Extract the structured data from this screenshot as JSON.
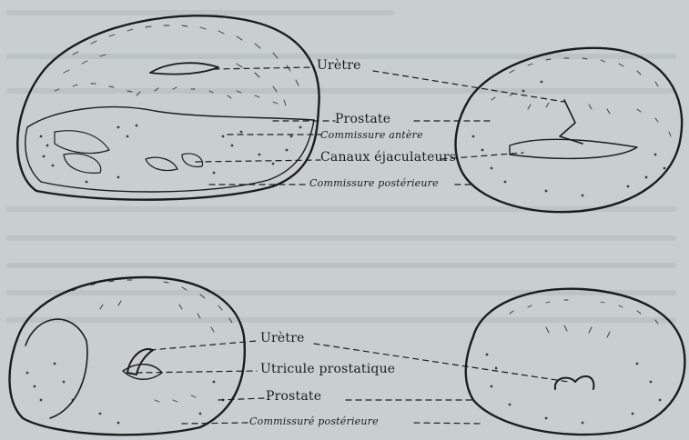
{
  "figure": {
    "top": {
      "labels": {
        "uretre": "Urètre",
        "prostate": "Prostate",
        "commissure_anterieure": "Commissure antère",
        "canaux": "Canaux éjaculateurs",
        "commissure_posterieure": "Commissure postérieure"
      }
    },
    "bottom": {
      "labels": {
        "uretre": "Urètre",
        "utricule": "Utricule prostatique",
        "prostate": "Prostate",
        "commissure_posterieure": "Commissuré postérieure"
      }
    }
  },
  "colors": {
    "paper": "#c9cfd1",
    "ink": "#1c1c1c",
    "bleed": "#aeb5b8"
  }
}
